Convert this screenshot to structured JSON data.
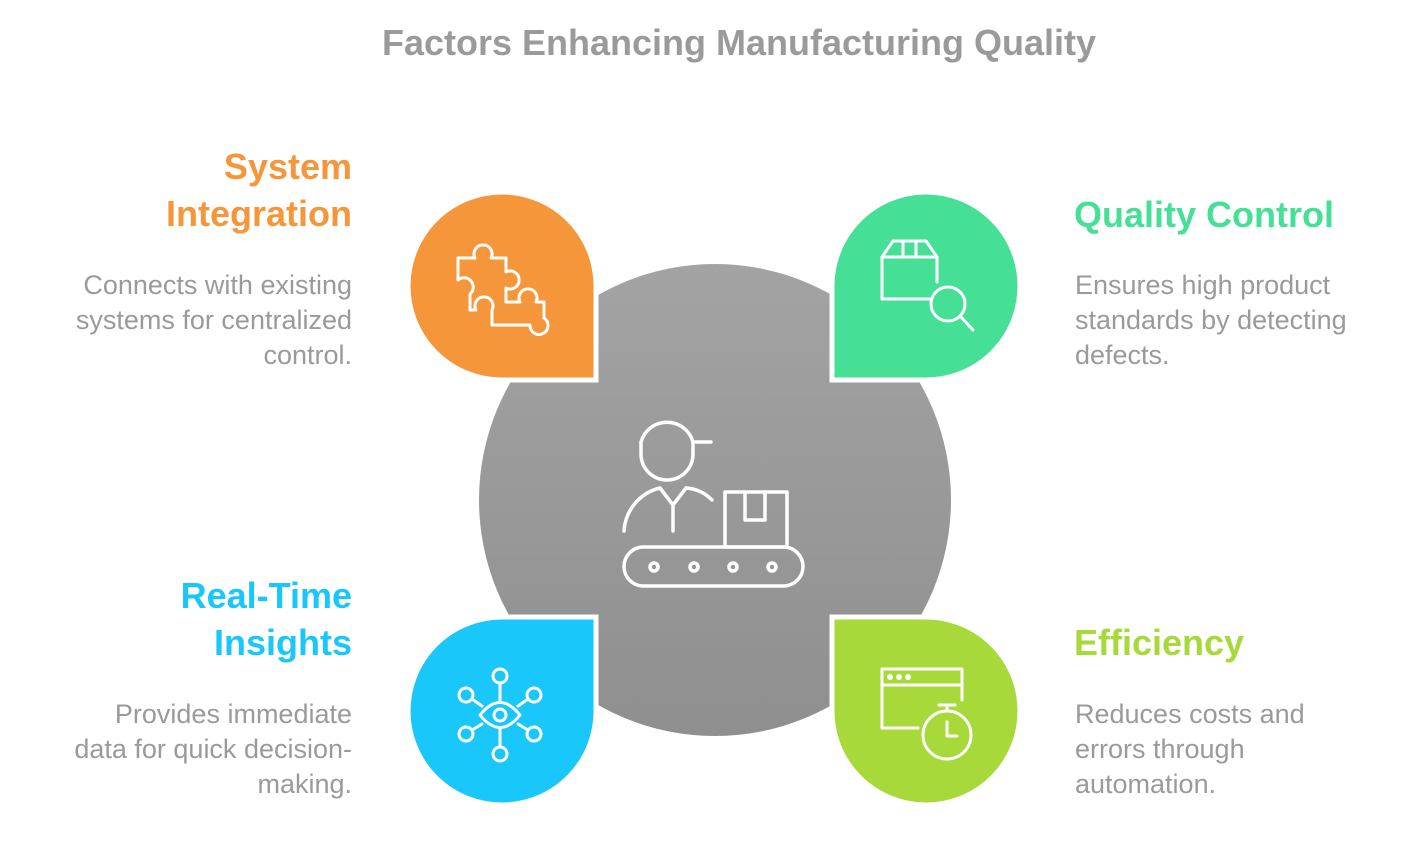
{
  "title": "Factors Enhancing Manufacturing Quality",
  "center": {
    "icon": "worker-conveyor-icon",
    "color": "#9e9e9e"
  },
  "factors": [
    {
      "heading_lines": [
        "System",
        "Integration"
      ],
      "description_lines": [
        "Connects with existing",
        "systems for centralized",
        "control."
      ],
      "color": "#f5963a",
      "icon": "puzzle-icon"
    },
    {
      "heading_lines": [
        "Quality Control"
      ],
      "description_lines": [
        "Ensures high product",
        "standards by detecting",
        "defects."
      ],
      "color": "#45df96",
      "icon": "box-search-icon"
    },
    {
      "heading_lines": [
        "Real-Time",
        "Insights"
      ],
      "description_lines": [
        "Provides immediate",
        "data for quick decision-",
        "making."
      ],
      "color": "#1ac7fb",
      "icon": "eye-network-icon"
    },
    {
      "heading_lines": [
        "Efficiency"
      ],
      "description_lines": [
        "Reduces costs and",
        "errors through",
        "automation."
      ],
      "color": "#a7d93a",
      "icon": "browser-timer-icon"
    }
  ]
}
